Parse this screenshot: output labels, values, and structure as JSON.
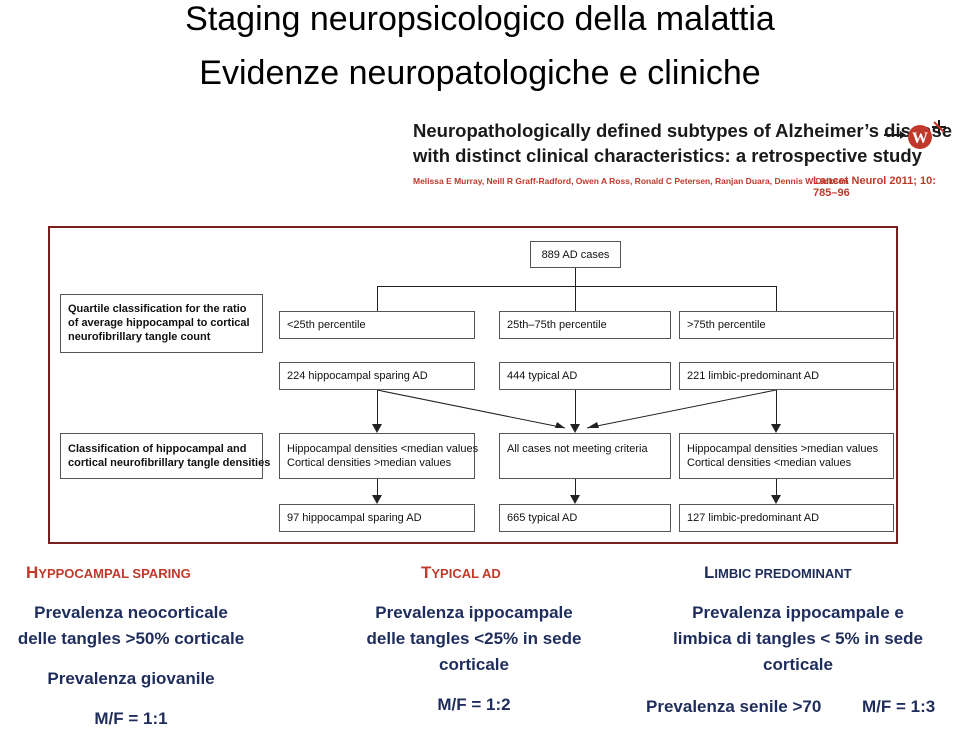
{
  "header": {
    "title_line1": "Staging neuropsicologico della malattia",
    "title_line2": "Evidenze neuropatologiche e cliniche"
  },
  "paper": {
    "title_line1": "Neuropathologically defined subtypes of Alzheimer’s disease",
    "title_line2": "with distinct clinical characteristics: a retrospective study",
    "authors": "Melissa E Murray, Neill R Graff-Radford, Owen A Ross, Ronald C Petersen, Ranjan Duara, Dennis W Dickson",
    "journal": "Lancet Neurol 2011; 10: 785–96",
    "logo_icon": "w-crossmark-logo"
  },
  "flowchart": {
    "top_box": "889 AD cases",
    "left_label_1": [
      "Quartile classification for the ratio",
      "of average hippocampal to cortical",
      "neurofibrillary tangle count"
    ],
    "left_label_2": [
      "Classification of hippocampal and",
      "cortical neurofibrillary tangle densities"
    ],
    "percentiles": [
      "<25th percentile",
      "25th–75th percentile",
      ">75th percentile"
    ],
    "quartile_results": [
      "224 hippocampal sparing AD",
      "444 typical AD",
      "221 limbic-predominant AD"
    ],
    "criteria": [
      [
        "Hippocampal densities <median values",
        "Cortical densities >median values"
      ],
      [
        "All cases not meeting criteria"
      ],
      [
        "Hippocampal densities >median values",
        "Cortical densities <median values"
      ]
    ],
    "final_results": [
      "97 hippocampal sparing AD",
      "665 typical AD",
      "127 limbic-predominant AD"
    ]
  },
  "columns": {
    "hippocampal": {
      "heading_first": "H",
      "heading_rest": "YPPOCAMPAL SPARING",
      "line1": "Prevalenza neocorticale",
      "line2": "delle tangles >50% corticale",
      "line3": "Prevalenza giovanile",
      "line4": "M/F = 1:1"
    },
    "typical": {
      "heading_first": "T",
      "heading_rest": "YPICAL AD",
      "line1": "Prevalenza ippocampale",
      "line2": "delle tangles <25% in sede",
      "line3": "corticale",
      "line4": "M/F = 1:2"
    },
    "limbic": {
      "heading_first": "L",
      "heading_rest": "IMBIC PREDOMINANT",
      "line1": "Prevalenza ippocampale e",
      "line2": "limbica di tangles < 5% in sede",
      "line3": "corticale",
      "line4": "Prevalenza senile >70",
      "line5": "M/F = 1:3"
    }
  },
  "colors": {
    "frame": "#7a1d1d",
    "red": "#c0392b",
    "text_blue": "#1f2d5c"
  }
}
